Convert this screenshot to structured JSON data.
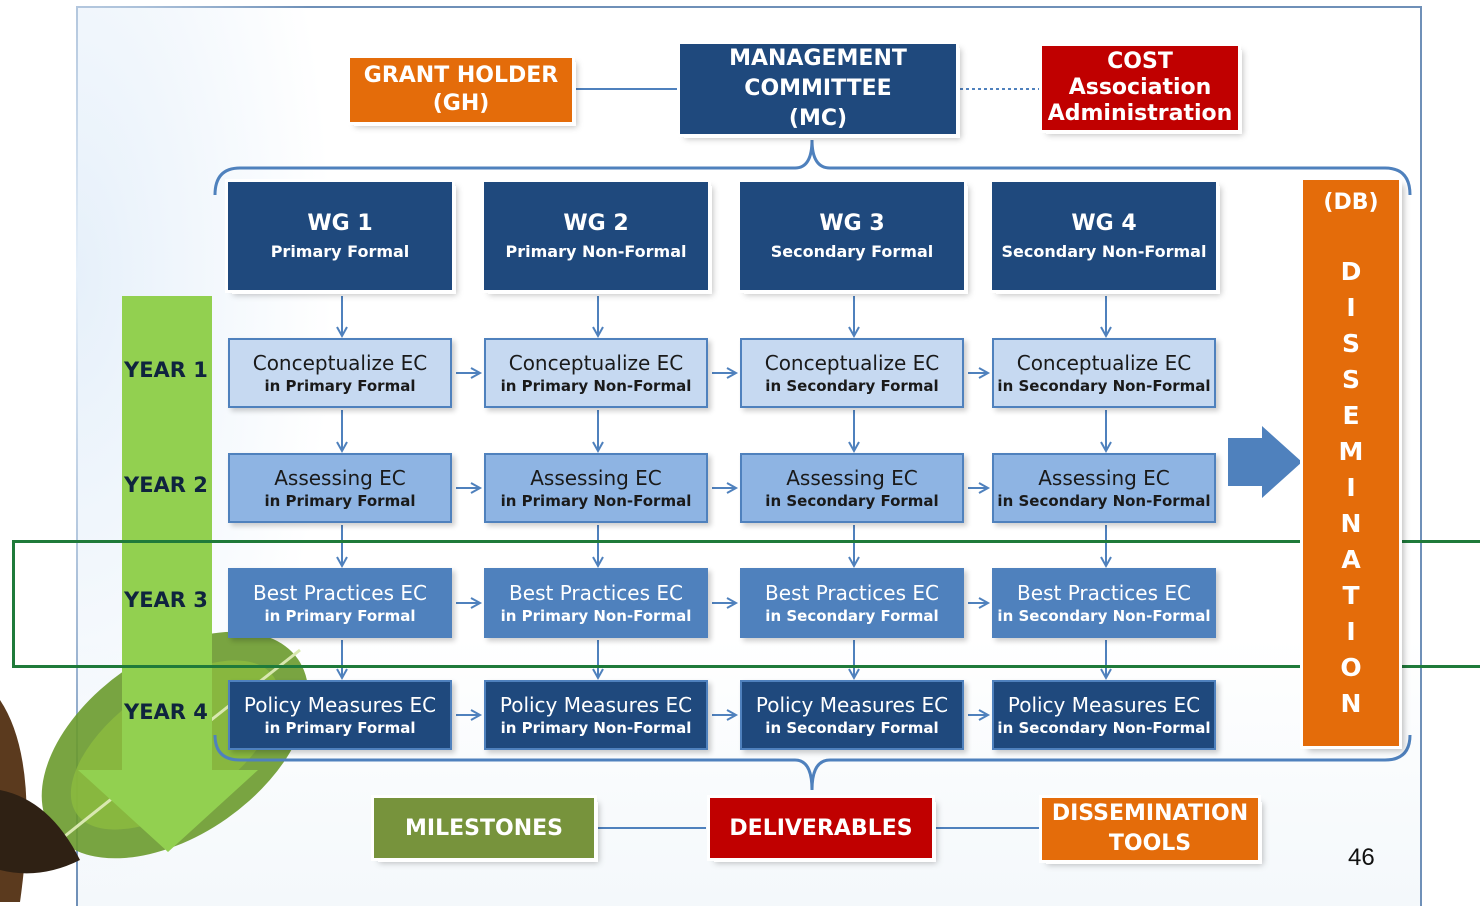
{
  "top": {
    "grant_holder": [
      "GRANT HOLDER",
      "(GH)"
    ],
    "management": [
      "MANAGEMENT",
      "COMMITTEE",
      "(MC)"
    ],
    "cost": [
      "COST",
      "Association",
      "Administration"
    ]
  },
  "working_groups": [
    {
      "title": "WG 1",
      "subtitle": "Primary Formal"
    },
    {
      "title": "WG 2",
      "subtitle": "Primary Non-Formal"
    },
    {
      "title": "WG 3",
      "subtitle": "Secondary Formal"
    },
    {
      "title": "WG 4",
      "subtitle": "Secondary Non-Formal"
    }
  ],
  "years": [
    "YEAR 1",
    "YEAR 2",
    "YEAR 3",
    "YEAR 4"
  ],
  "rows": [
    {
      "label": "Conceptualize EC",
      "cells": [
        "in Primary Formal",
        "in Primary Non-Formal",
        "in Secondary Formal",
        "in Secondary Non-Formal"
      ]
    },
    {
      "label": "Assessing EC",
      "cells": [
        "in Primary Formal",
        "in Primary Non-Formal",
        "in Secondary Formal",
        "in Secondary Non-Formal"
      ]
    },
    {
      "label": "Best Practices EC",
      "cells": [
        "in Primary Formal",
        "in Primary Non-Formal",
        "in Secondary Formal",
        "in Secondary Non-Formal"
      ]
    },
    {
      "label": "Policy Measures EC",
      "cells": [
        "in Primary Formal",
        "in Primary Non-Formal",
        "in Secondary Formal",
        "in Secondary Non-Formal"
      ]
    }
  ],
  "dissemination": {
    "label": "(DB)",
    "letters": [
      "D",
      "I",
      "S",
      "S",
      "E",
      "M",
      "I",
      "N",
      "A",
      "T",
      "I",
      "O",
      "N"
    ]
  },
  "bottom": {
    "milestones": "MILESTONES",
    "deliverables": "DELIVERABLES",
    "tools": [
      "DISSEMINATION",
      "TOOLS"
    ]
  },
  "page_number": "46",
  "colors": {
    "orange": "#e46c0a",
    "red": "#c00000",
    "navy": "#1f497d",
    "green": "#77933c",
    "year_arrow": "#92d050",
    "highlight": "#1f7a3a"
  }
}
